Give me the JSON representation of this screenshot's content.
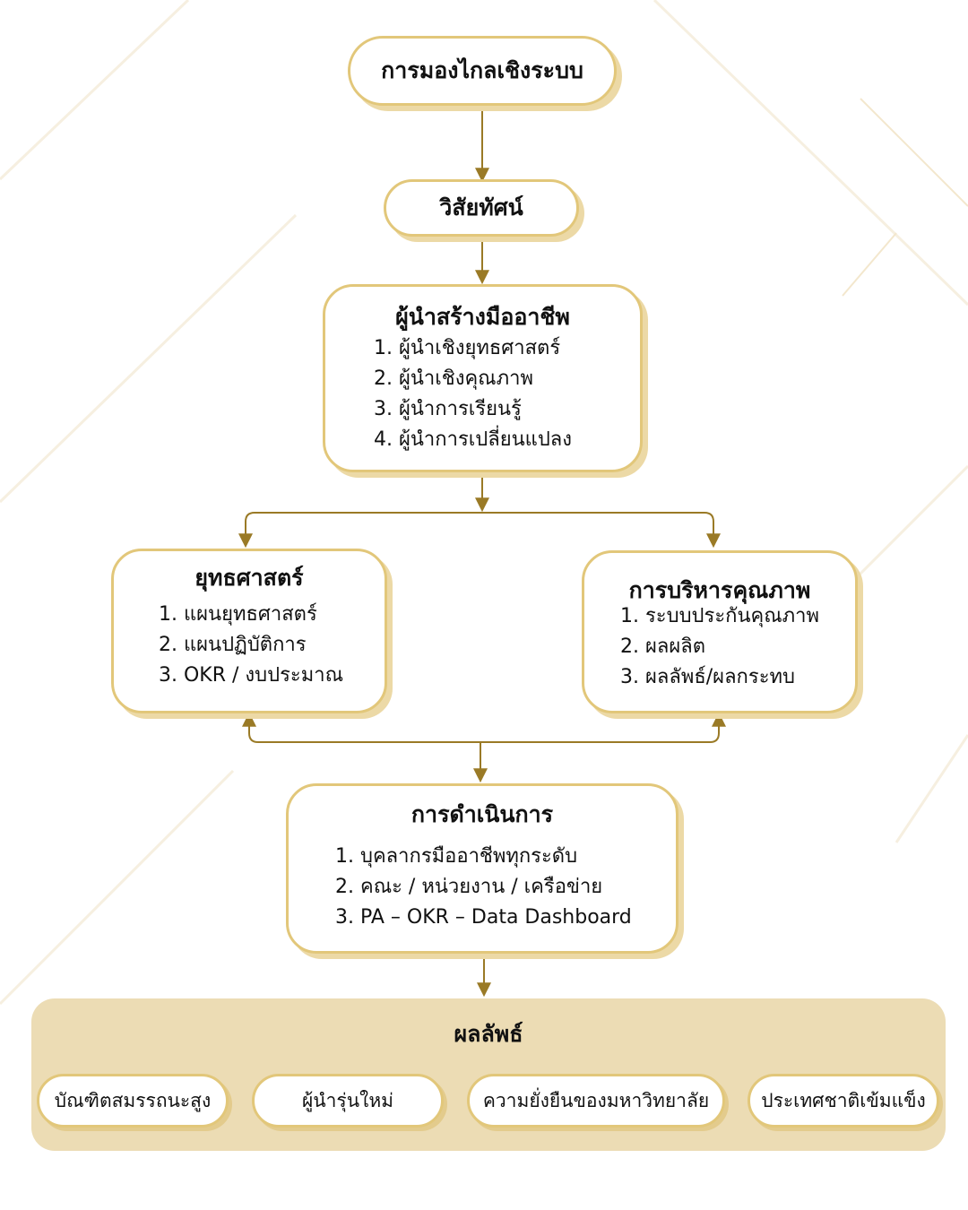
{
  "diagram": {
    "systems_thinking": "การมองไกลเชิงระบบ",
    "vision": "วิสัยทัศน์",
    "leadership": {
      "title": "ผู้นำสร้างมืออาชีพ",
      "items": [
        "1. ผู้นำเชิงยุทธศาสตร์",
        "2. ผู้นำเชิงคุณภาพ",
        "3. ผู้นำการเรียนรู้",
        "4. ผู้นำการเปลี่ยนแปลง"
      ]
    },
    "strategy": {
      "title": "ยุทธศาสตร์",
      "items": [
        "1. แผนยุทธศาสตร์",
        "2. แผนปฏิบัติการ",
        "3. OKR / งบประมาณ"
      ]
    },
    "quality": {
      "title": "การบริหารคุณภาพ",
      "items": [
        "1. ระบบประกันคุณภาพ",
        "2. ผลผลิต",
        "3. ผลลัพธ์/ผลกระทบ"
      ]
    },
    "operations": {
      "title": "การดำเนินการ",
      "items": [
        "1. บุคลากรมืออาชีพทุกระดับ",
        "2. คณะ / หน่วยงาน / เครือข่าย",
        "3. PA – OKR – Data Dashboard"
      ]
    },
    "outcomes": {
      "title": "ผลลัพธ์",
      "items": [
        "บัณฑิตสมรรถนะสูง",
        "ผู้นำรุ่นใหม่",
        "ความยั่งยืนของมหาวิทยาลัย",
        "ประเทศชาติเข้มแข็ง"
      ]
    }
  },
  "colors": {
    "border": "#e2c77a",
    "shadow": "#ecd9a6",
    "arrow": "#9a7a26",
    "outcome_panel": "#ecdcb4"
  }
}
